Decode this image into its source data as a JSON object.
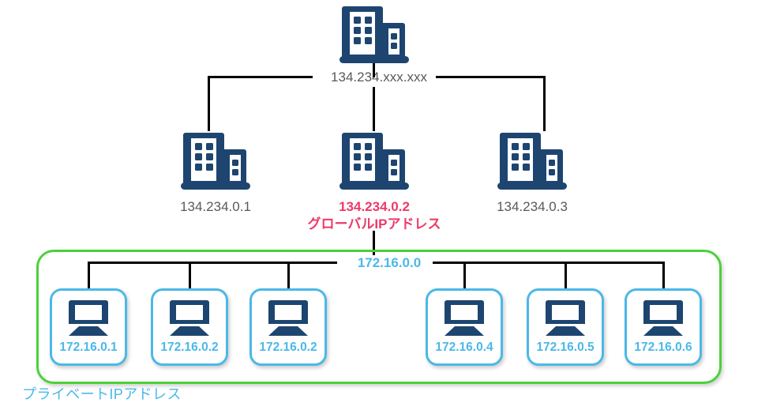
{
  "diagram": {
    "title_caption": "プライベートIPアドレス",
    "colors": {
      "building": "#1d4570",
      "line": "#000000",
      "gray_text": "#58595b",
      "pink_text": "#ed3a68",
      "cyan": "#4bb8e8",
      "green_border": "#4bd13a"
    }
  },
  "isp": {
    "label": "134.234.xxx.xxx",
    "icon": "office-building-icon"
  },
  "sites": [
    {
      "label": "134.234.0.1",
      "icon": "office-building-icon",
      "highlight": false
    },
    {
      "label": "134.234.0.2",
      "sublabel": "グローバルIPアドレス",
      "icon": "office-building-icon",
      "highlight": true
    },
    {
      "label": "134.234.0.3",
      "icon": "office-building-icon",
      "highlight": false
    }
  ],
  "private_network": {
    "bus_label": "172.16.0.0",
    "caption": "プライベートIPアドレス",
    "clients": [
      {
        "label": "172.16.0.1",
        "icon": "laptop-icon"
      },
      {
        "label": "172.16.0.2",
        "icon": "laptop-icon"
      },
      {
        "label": "172.16.0.2",
        "icon": "laptop-icon"
      },
      {
        "label": "172.16.0.4",
        "icon": "laptop-icon"
      },
      {
        "label": "172.16.0.5",
        "icon": "laptop-icon"
      },
      {
        "label": "172.16.0.6",
        "icon": "laptop-icon"
      }
    ]
  }
}
